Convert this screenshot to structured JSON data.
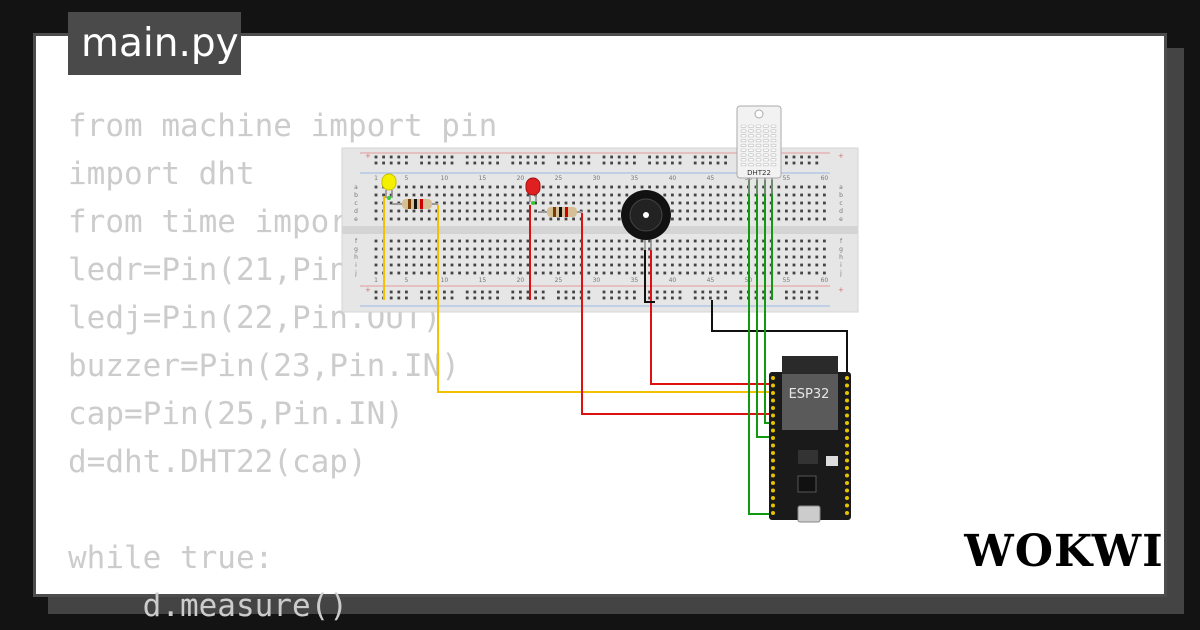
{
  "file_tab": {
    "label": "main.py"
  },
  "code_lines": [
    "from machine import pin",
    "import dht",
    "from time import sleep",
    "ledr=Pin(21,Pin.OUT)",
    "ledj=Pin(22,Pin.OUT)",
    "buzzer=Pin(23,Pin.IN)",
    "cap=Pin(25,Pin.IN)",
    "d=dht.DHT22(cap)",
    "",
    "while true:",
    "    d.measure()"
  ],
  "breadboard": {
    "column_numbers": [
      "1",
      "5",
      "10",
      "15",
      "20",
      "25",
      "30",
      "35",
      "40",
      "45",
      "50",
      "55",
      "60"
    ],
    "row_letters_top": [
      "a",
      "b",
      "c",
      "d",
      "e"
    ],
    "row_letters_bottom": [
      "f",
      "g",
      "h",
      "i",
      "j"
    ],
    "rail_plus": "+",
    "rail_minus": "-"
  },
  "components": {
    "dht_label": "DHT22",
    "esp32_label": "ESP32"
  },
  "colors": {
    "yellow_wire": "#f2c200",
    "red_wire": "#dd1111",
    "green_wire": "#119911",
    "black_wire": "#111111",
    "yellow_led": "#f5f000",
    "red_led": "#e02020"
  },
  "logo": {
    "text": "WOKWI"
  }
}
